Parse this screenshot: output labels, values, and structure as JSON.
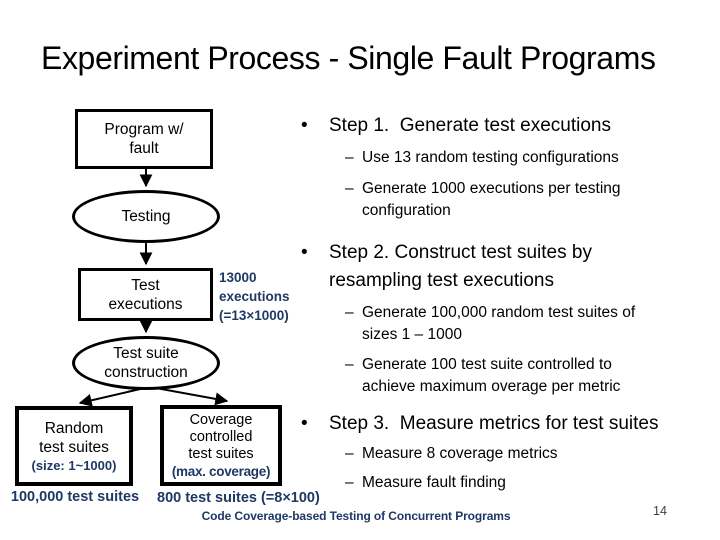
{
  "slide": {
    "title": "Experiment Process - Single Fault Programs",
    "footer": "Code Coverage-based Testing of Concurrent Programs",
    "page_number": "14",
    "bullet_char": "•",
    "dash_char": "–",
    "colors": {
      "navy_accent": "#1f3864",
      "text": "#000000",
      "background": "#ffffff"
    }
  },
  "flowchart": {
    "program_box": {
      "line1": "Program w/",
      "line2": "fault"
    },
    "testing_ellipse": {
      "label": "Testing"
    },
    "executions_box": {
      "line1": "Test",
      "line2": "executions"
    },
    "executions_note": {
      "line1": "13000",
      "line2": "executions",
      "line3": "(=13×1000)"
    },
    "construction_ellipse": {
      "line1": "Test suite",
      "line2": "construction"
    },
    "random_box": {
      "line1": "Random",
      "line2": "test suites",
      "note": "(size: 1~1000)",
      "caption": "100,000 test suites"
    },
    "coverage_box": {
      "line1": "Coverage",
      "line2": "controlled",
      "line3": "test suites",
      "note": "(max. coverage)",
      "caption": "800 test suites (=8×100)"
    }
  },
  "steps": [
    {
      "heading": "Step 1.  Generate test executions",
      "bullets": [
        "Use 13 random testing configurations",
        "Generate 1000 executions per testing\nconfiguration"
      ]
    },
    {
      "heading": "Step 2. Construct test suites by\nresampling test executions",
      "bullets": [
        "Generate 100,000 random test suites of\nsizes 1 – 1000",
        "Generate 100 test suite controlled to\nachieve maximum overage per metric"
      ]
    },
    {
      "heading": "Step 3.  Measure metrics for test suites",
      "bullets": [
        "Measure 8 coverage metrics",
        "Measure fault finding"
      ]
    }
  ]
}
